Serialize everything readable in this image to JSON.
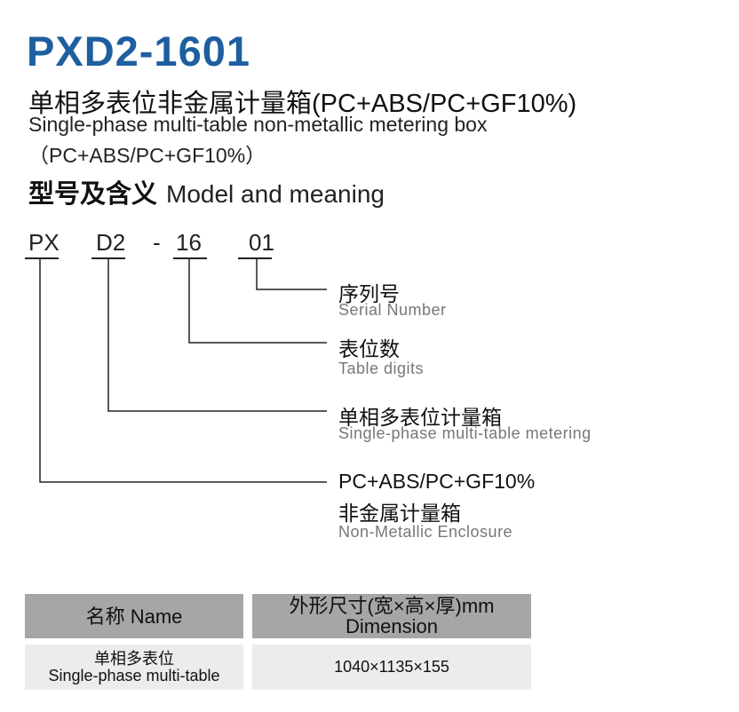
{
  "header": {
    "title": "PXD2-1601",
    "cn_title": "单相多表位非金属计量箱(PC+ABS/PC+GF10%)",
    "en_title": "Single-phase multi-table non-metallic metering box",
    "en_subtitle": "（PC+ABS/PC+GF10%）"
  },
  "section": {
    "cn": "型号及含义",
    "en": "Model and meaning"
  },
  "model_code": {
    "parts": [
      "PX",
      "D2",
      "-",
      "16",
      "01"
    ]
  },
  "meanings": [
    {
      "cn": "序列号",
      "en": "Serial Number"
    },
    {
      "cn": "表位数",
      "en": "Table digits"
    },
    {
      "cn": "单相多表位计量箱",
      "en": "Single-phase multi-table metering"
    },
    {
      "cn_top": "PC+ABS/PC+GF10%",
      "cn": "非金属计量箱",
      "en": "Non-Metallic Enclosure"
    }
  ],
  "table": {
    "headers": [
      {
        "line1": "名称 Name"
      },
      {
        "line1": "外形尺寸(宽×高×厚)mm",
        "line2": "Dimension"
      }
    ],
    "rows": [
      {
        "name_cn": "单相多表位",
        "name_en": "Single-phase multi-table",
        "dimension": "1040×1135×155"
      }
    ]
  },
  "colors": {
    "title": "#1d5f9f",
    "table_header_bg": "#a6a6a6",
    "table_cell_bg": "#ececec"
  }
}
